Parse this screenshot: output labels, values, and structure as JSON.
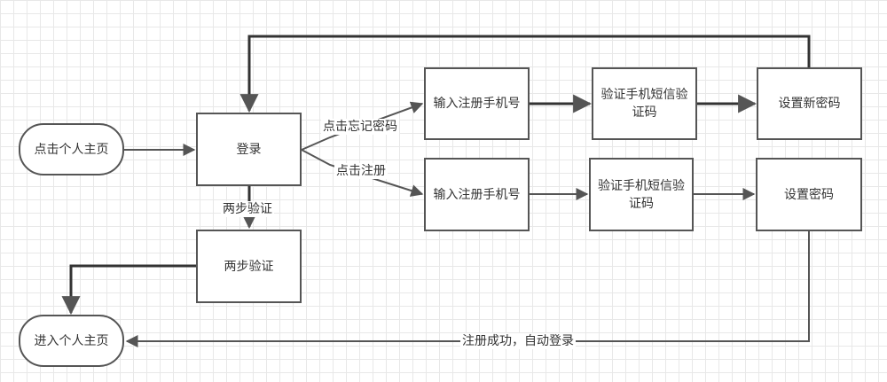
{
  "nodes": {
    "home_click": "点击个人主页",
    "login": "登录",
    "two_step": "两步验证",
    "enter_home": "进入个人主页",
    "forgot_input_phone": "输入注册手机号",
    "forgot_verify_sms": "验证手机短信验证码",
    "set_new_password": "设置新密码",
    "reg_input_phone": "输入注册手机号",
    "reg_verify_sms": "验证手机短信验证码",
    "set_password": "设置密码"
  },
  "edge_labels": {
    "forgot_password": "点击忘记密码",
    "register": "点击注册",
    "two_step": "两步验证",
    "register_success": "注册成功，自动登录"
  },
  "colors": {
    "stroke": "#555555",
    "text": "#333333",
    "grid": "#e8e8e8"
  }
}
